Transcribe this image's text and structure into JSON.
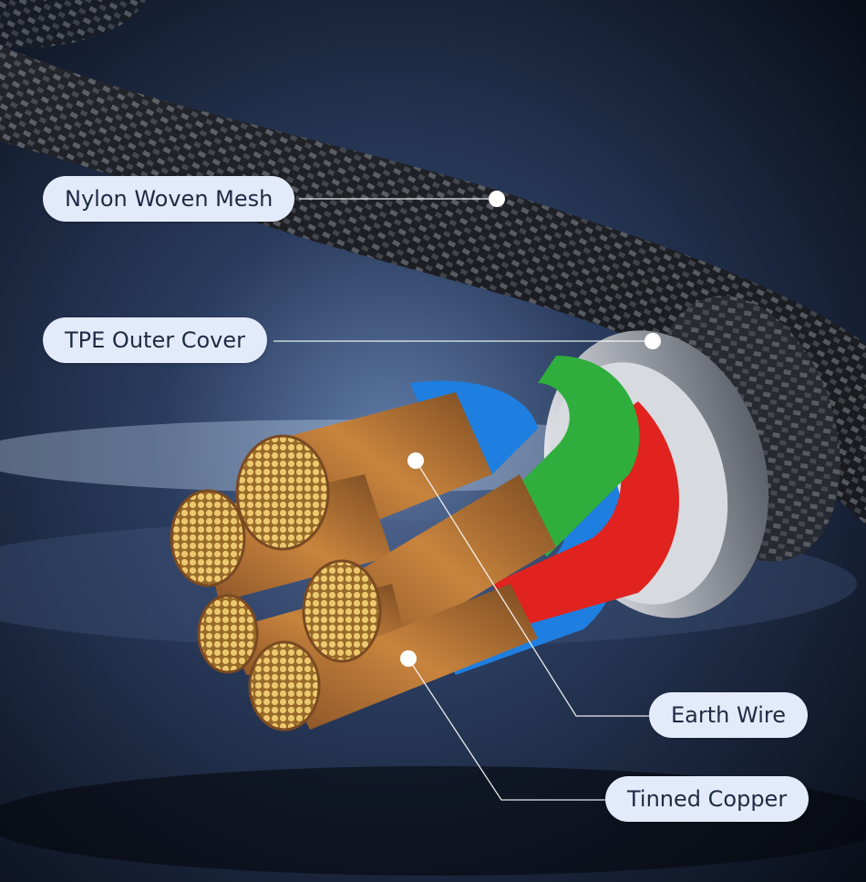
{
  "labels": {
    "nylon_woven_mesh": "Nylon Woven Mesh",
    "tpe_outer_cover": "TPE Outer Cover",
    "earth_wire": "Earth Wire",
    "tinned_copper": "Tinned Copper"
  },
  "colors": {
    "background": "#0d1422",
    "label_bg": "#e3ebfb",
    "label_text": "#1f2a44",
    "copper": "#c8843d",
    "strand_tip": "#e7c26a",
    "wire_green": "#2fae3e",
    "wire_red": "#e0231f",
    "wire_blue": "#1f7fe0",
    "tpe_silver": "#b9bcc2",
    "braid": "#2a2d33"
  }
}
